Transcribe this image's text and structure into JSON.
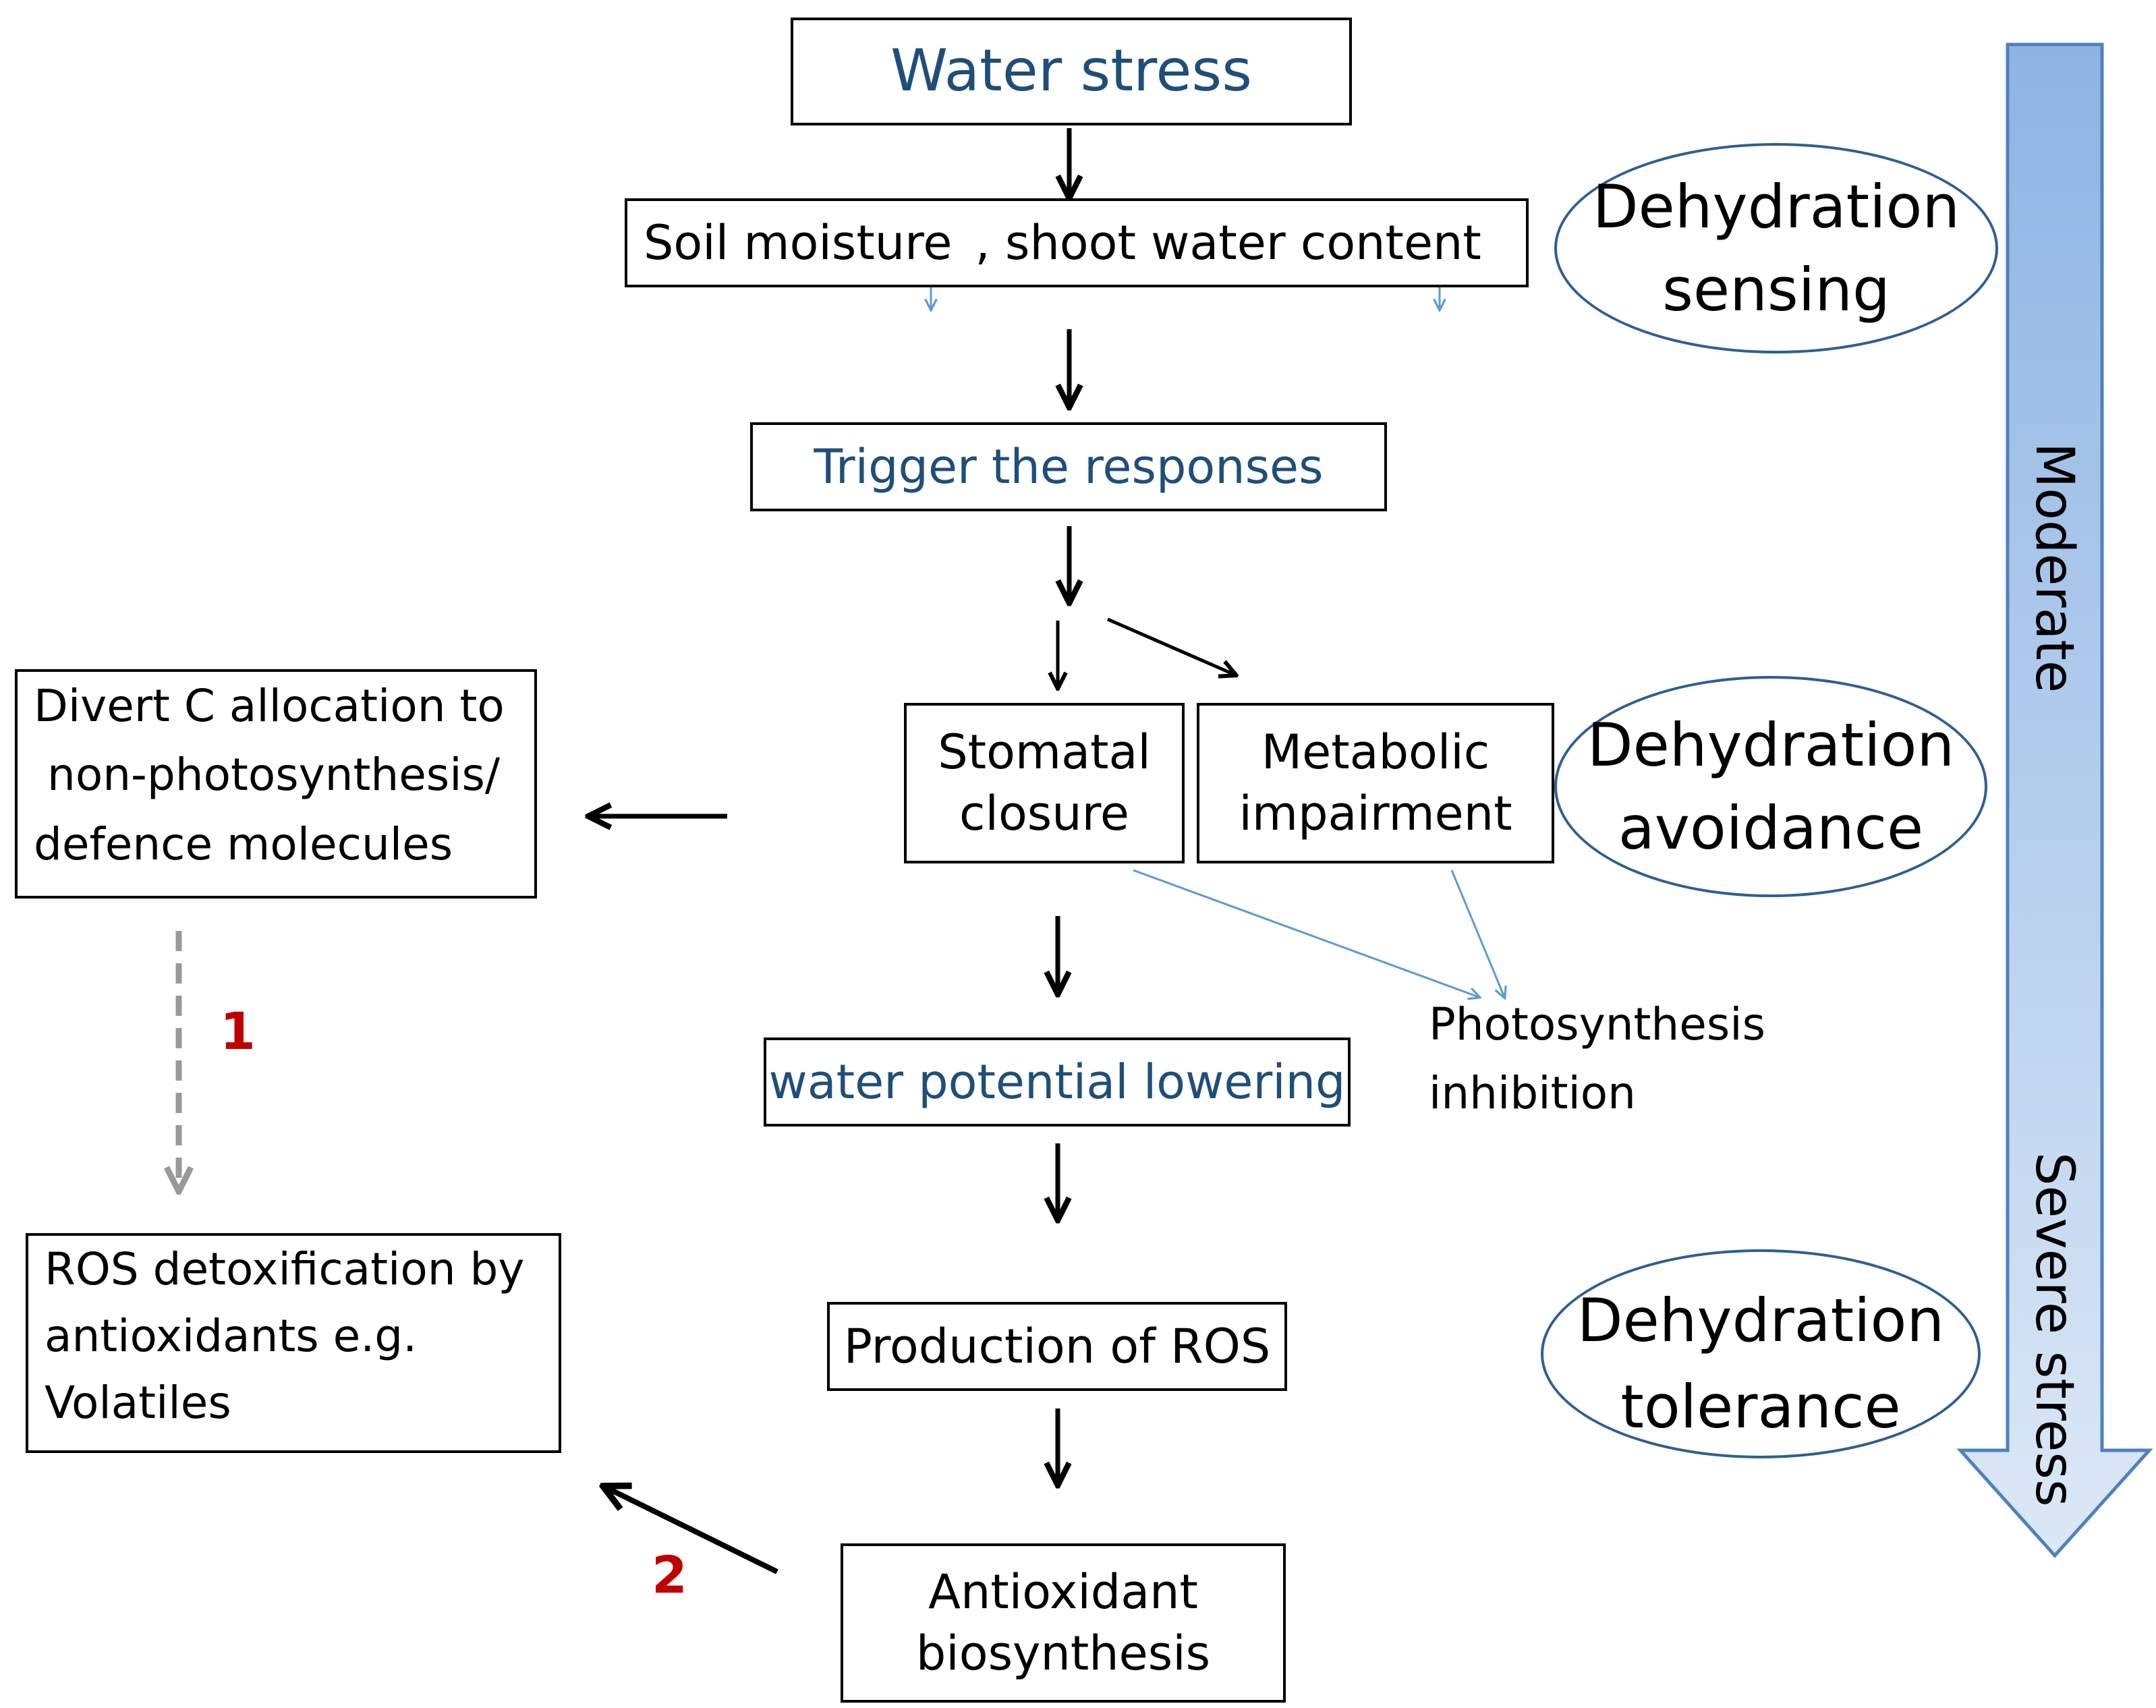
{
  "boxes": {
    "water_stress": "Water stress",
    "soil_moisture": "Soil moisture",
    "shoot_water_content": ", shoot water content",
    "trigger": "Trigger the responses",
    "stomatal": [
      "Stomatal",
      "closure"
    ],
    "metabolic": [
      "Metabolic",
      "impairment"
    ],
    "water_potential": "water potential lowering",
    "production_ros": "Production of ROS",
    "antioxidant": [
      "Antioxidant",
      "biosynthesis"
    ],
    "divert": [
      "Divert C allocation to",
      "non-photosynthesis/",
      "defence molecules"
    ],
    "ros_detox": [
      "ROS detoxification by",
      "antioxidants e.g.",
      "Volatiles"
    ]
  },
  "photosynthesis_inhibition": [
    "Photosynthesis",
    "inhibition"
  ],
  "ovals": {
    "sensing": [
      "Dehydration",
      "sensing"
    ],
    "avoidance": [
      "Dehydration",
      "avoidance"
    ],
    "tolerance": [
      "Dehydration",
      "tolerance"
    ]
  },
  "stress_arrow": {
    "moderate": "Moderate",
    "severe": "Severe stress"
  },
  "path_numbers": {
    "one": "1",
    "two": "2"
  },
  "colors": {
    "title_blue": "#1f4e79",
    "oval_border": "#2e5f91",
    "number_red": "#c00000",
    "thin_arrow": "#5b9bd5",
    "big_arrow_top": "#8eb4e3",
    "big_arrow_bottom": "#dce8f6"
  }
}
